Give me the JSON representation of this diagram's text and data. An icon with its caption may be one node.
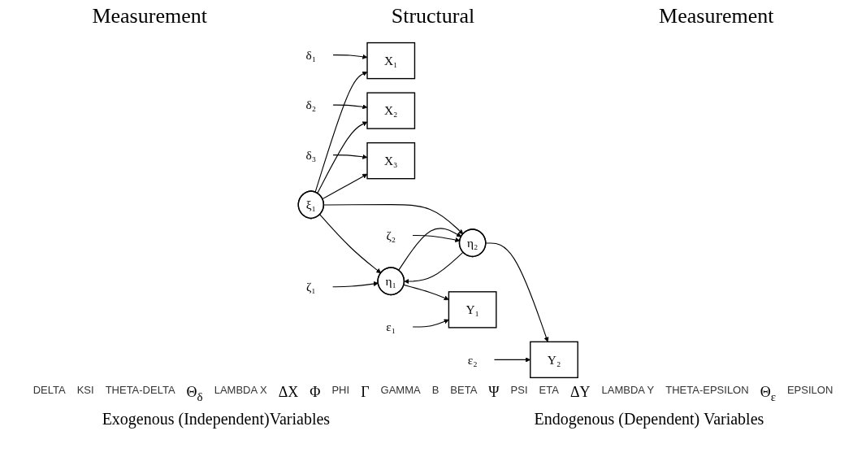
{
  "diagram": {
    "nodes": [
      {
        "text": [
          "X₁"
        ]
      },
      {
        "text": [
          "X₂"
        ]
      },
      {
        "text": [
          "X₃"
        ]
      },
      {
        "text": [
          "ξ₁"
        ]
      },
      {
        "text": [
          "η₁"
        ]
      },
      {
        "text": [
          "η₂"
        ]
      },
      {
        "text": [
          "Y₁"
        ]
      },
      {
        "text": [
          "Y₂"
        ]
      },
      {
        "text": [
          "δ₁"
        ]
      },
      {
        "text": [
          "δ₂"
        ]
      },
      {
        "text": [
          "δ₃"
        ]
      },
      {
        "text": [
          "ζ₁"
        ]
      },
      {
        "text": [
          "ζ₂"
        ]
      },
      {
        "text": [
          "ε₁"
        ]
      },
      {
        "text": [
          "ε₂"
        ]
      }
    ],
    "edges": [
      {
        "from": 8,
        "to": 0,
        "arrow": "to"
      },
      {
        "from": 9,
        "to": 1,
        "arrow": "to"
      },
      {
        "from": 10,
        "to": 2,
        "arrow": "to"
      },
      {
        "from": 3,
        "to": 0,
        "arrow": "to"
      },
      {
        "from": 3,
        "to": 1,
        "arrow": "to"
      },
      {
        "from": 3,
        "to": 2,
        "arrow": "to"
      },
      {
        "from": 3,
        "to": 4,
        "arrow": "to"
      },
      {
        "from": 3,
        "to": 5,
        "arrow": "to"
      },
      {
        "from": 4,
        "to": 5,
        "arrow": "to"
      },
      {
        "from": 5,
        "to": 4,
        "arrow": "to"
      },
      {
        "from": 11,
        "to": 4,
        "arrow": "to"
      },
      {
        "from": 12,
        "to": 5,
        "arrow": "to"
      },
      {
        "from": 4,
        "to": 6,
        "arrow": "to"
      },
      {
        "from": 5,
        "to": 7,
        "arrow": "to"
      },
      {
        "from": 13,
        "to": 6,
        "arrow": "to"
      },
      {
        "from": 14,
        "to": 7,
        "arrow": "to"
      }
    ],
    "labels": [
      "Measurement",
      "Structural",
      "Measurement",
      "DELTA",
      "KSI",
      "THETA-DELTA",
      "Θ$_{δ}$",
      "LAMBDA X",
      "ΔX",
      "Φ",
      "PHI",
      "Γ",
      "GAMMA",
      "B",
      "BETA",
      "Ψ",
      "PSI",
      "ETA",
      "ΔY",
      "LAMBDA Y",
      "THETA-EPSILON",
      "Θ$_{ε}$",
      "EPSILON",
      "Exogenous (Independent)Variables",
      "Endogenous (Dependent) Variables"
    ]
  }
}
